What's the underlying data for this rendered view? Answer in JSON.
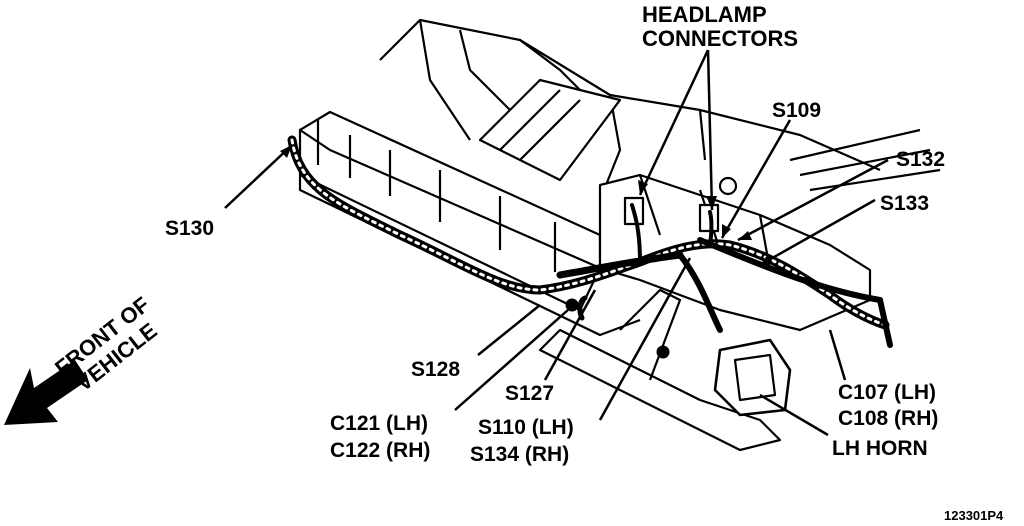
{
  "labels": {
    "headlamp_line1": "HEADLAMP",
    "headlamp_line2": "CONNECTORS",
    "s109": "S109",
    "s132": "S132",
    "s133": "S133",
    "s130": "S130",
    "s128": "S128",
    "s127": "S127",
    "c121": "C121 (LH)",
    "c122": "C122 (RH)",
    "s110": "S110 (LH)",
    "s134": "S134 (RH)",
    "c107": "C107 (LH)",
    "c108": "C108 (RH)",
    "lh_horn": "LH HORN",
    "front_line1": "FRONT OF",
    "front_line2": "VEHICLE",
    "figure_id": "123301P4"
  },
  "colors": {
    "ink": "#000000",
    "paper": "#ffffff"
  }
}
